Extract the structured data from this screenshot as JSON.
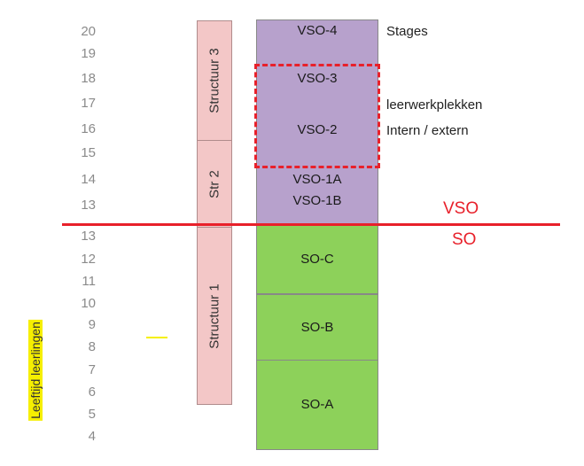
{
  "ages_top": [
    "20",
    "19",
    "18",
    "17",
    "16",
    "15",
    "14",
    "13"
  ],
  "ages_bottom": [
    "13",
    "12",
    "11",
    "10",
    "9",
    "8",
    "7",
    "6",
    "5",
    "4"
  ],
  "structures": {
    "s3": "Structuur 3",
    "s2": "Str  2",
    "s1": "Structuur 1"
  },
  "levels": {
    "vso4": "VSO-4",
    "vso3": "VSO-3",
    "vso2": "VSO-2",
    "vso1a": "VSO-1A",
    "vso1b": "VSO-1B",
    "soc": "SO-C",
    "sob": "SO-B",
    "soa": "SO-A"
  },
  "annotations": {
    "stages": "Stages",
    "leerwerkplekken": "leerwerkplekken",
    "intern_extern": "Intern / extern"
  },
  "divider_labels": {
    "vso": "VSO",
    "so": "SO"
  },
  "axis_title": "Leeftijd leerlingen",
  "colors": {
    "vso": "#b7a1cc",
    "so": "#8dd15a",
    "structure": "#f3c7c7",
    "accent": "#e8202a",
    "highlight": "#f6ef00"
  }
}
